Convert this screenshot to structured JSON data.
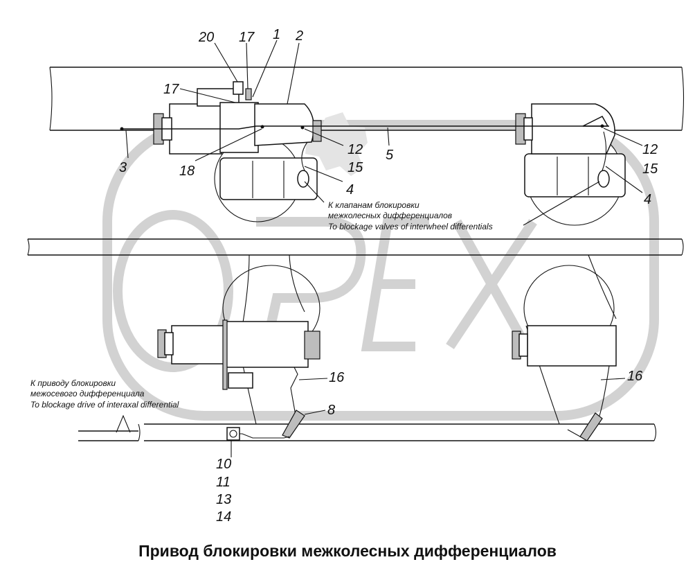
{
  "watermark": {
    "text": "OPEX"
  },
  "callouts": {
    "c20": "20",
    "c17a": "17",
    "c1": "1",
    "c2": "2",
    "c17b": "17",
    "c3": "3",
    "c18": "18",
    "c12a": "12",
    "c5": "5",
    "c15a": "15",
    "c4a": "4",
    "c12b": "12",
    "c15b": "15",
    "c4b": "4",
    "c16a": "16",
    "c8": "8",
    "c16b": "16",
    "c10": "10",
    "c11": "11",
    "c13": "13",
    "c14": "14"
  },
  "notes": {
    "valves": {
      "line1": "К клапанам блокировки",
      "line2": "межколесных дифференциалов",
      "line3": "To blockage valves of interwheel differentials"
    },
    "drive": {
      "line1": "К приводу блокировки",
      "line2": "межосевого дифференциала",
      "line3": "To blockage drive of interaxal differential"
    }
  },
  "caption": "Привод блокировки межколесных дифференциалов"
}
